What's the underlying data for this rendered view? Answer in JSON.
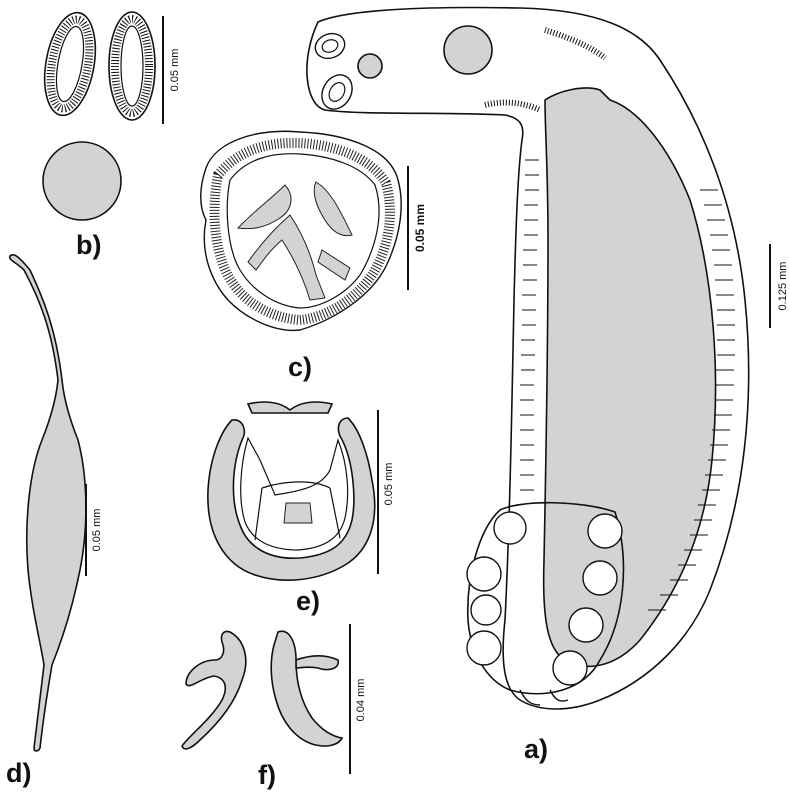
{
  "figure": {
    "panels": [
      {
        "id": "a",
        "label": "a)",
        "scale_bar": "0.125 mm"
      },
      {
        "id": "b",
        "label": "b)",
        "scale_bar": "0.05 mm"
      },
      {
        "id": "c",
        "label": "c)",
        "scale_bar": "0.05 mm"
      },
      {
        "id": "d",
        "label": "d)",
        "scale_bar": "0.05 mm"
      },
      {
        "id": "e",
        "label": "e)",
        "scale_bar": "0.05 mm"
      },
      {
        "id": "f",
        "label": "f)",
        "scale_bar": "0.04 mm"
      }
    ],
    "colors": {
      "outline": "#111111",
      "fill": "#d3d3d3",
      "background": "#ffffff"
    }
  }
}
